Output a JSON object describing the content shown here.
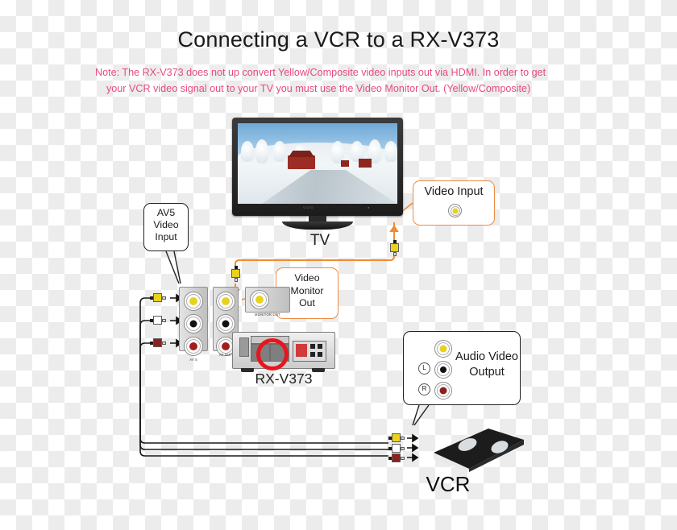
{
  "title": "Connecting a VCR to a RX-V373",
  "note": {
    "line1": "Note: The RX-V373 does not up convert Yellow/Composite video inputs out via HDMI.  In order to get",
    "line2": "your VCR video signal out to your TV you must use the Video Monitor Out. (Yellow/Composite)"
  },
  "devices": {
    "tv_label": "TV",
    "receiver_label": "RX-V373",
    "vcr_label": "VCR"
  },
  "callouts": {
    "video_input": {
      "label": "Video Input",
      "border_color": "#ef8b45",
      "jack_color": "#e8d21e"
    },
    "av5_video_input": {
      "line1": "AV5",
      "line2": "Video",
      "line3": "Input",
      "border_color": "#222222"
    },
    "video_monitor_out": {
      "line1": "Video",
      "line2": "Monitor",
      "line3": "Out",
      "border_color": "#ef8b45"
    },
    "audio_video_output": {
      "line1": "Audio Video",
      "line2": "Output",
      "border_color": "#222222",
      "jack_left_label": "L",
      "jack_right_label": "R"
    }
  },
  "panel": {
    "av5_label": "AV 5",
    "av_out_label": "AV OUT",
    "monitor_out_label": "MONITOR OUT"
  },
  "colors": {
    "note_text": "#e64b7d",
    "video_cable": "#f08b33",
    "yellow_jack": "#e8d21e",
    "white_jack": "#ffffff",
    "red_jack": "#b01f1f",
    "highlight_circle": "#e8151e"
  }
}
